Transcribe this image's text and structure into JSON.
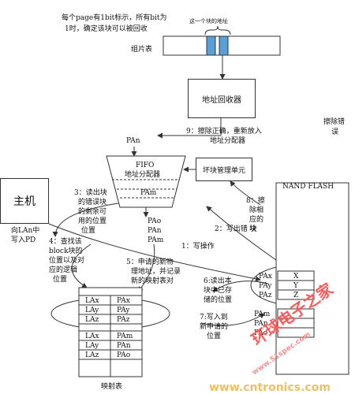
{
  "top_note": [
    "每个page有1bit标示，所有bit为",
    "1时，确定该块可以被回收"
  ],
  "bitmap": {
    "title": "组片表",
    "brace_label": "这一个块的地址"
  },
  "recycler_label": "地址回收器",
  "erase_error": [
    "擦除错",
    "误"
  ],
  "step9": [
    "9：擦除正确，重新放入",
    "地址分配器"
  ],
  "fifo": {
    "pan": "PAn",
    "title": "FIFO",
    "subtitle": "地址分配器",
    "pam": "PAm"
  },
  "block_mgr": "坏块管理单元",
  "nand_title": "NAND FLASH",
  "host": {
    "label": "主机",
    "caption": [
      "向LAn中",
      "写入PD"
    ]
  },
  "step3": [
    "3：读出块",
    "的错误块",
    "的剩余可",
    "用的位置",
    "位置"
  ],
  "step4": [
    "4：查找该",
    "block块的",
    "位置以及对",
    "应的逻辑",
    "位置"
  ],
  "pa_stack": [
    "PAo",
    "PAn",
    "PAm"
  ],
  "step8": [
    "8：擦",
    "除相",
    "应的",
    "块"
  ],
  "step2": "2：写出错 块",
  "step1": "1：写操作",
  "step5": [
    "5：申请的新物",
    "理地址，并记录",
    "新的映射表对"
  ],
  "step6": [
    "6:读出本",
    "块中已存",
    "储的位置"
  ],
  "step7": [
    "7:写入到",
    "新申请的",
    "位置"
  ],
  "nand_block1": [
    "PAx",
    "PAy",
    "PAz"
  ],
  "nand_block1_inner": [
    "X",
    "Y",
    "Z"
  ],
  "nand_block2": [
    "PAm",
    "PAn",
    "PAo"
  ],
  "map_rows": [
    [
      "LAx",
      "PAx"
    ],
    [
      "LAy",
      "PAy"
    ],
    [
      "LAz",
      "PAz"
    ],
    [
      "LAx",
      "PAm"
    ],
    [
      "LAy",
      "PAn"
    ],
    [
      "LAz",
      "PAo"
    ]
  ],
  "map_title": "映射表",
  "watermark": {
    "line1": "环球电子之家",
    "line2": "www.51spec.com",
    "line3": "www.cntronics.com"
  }
}
